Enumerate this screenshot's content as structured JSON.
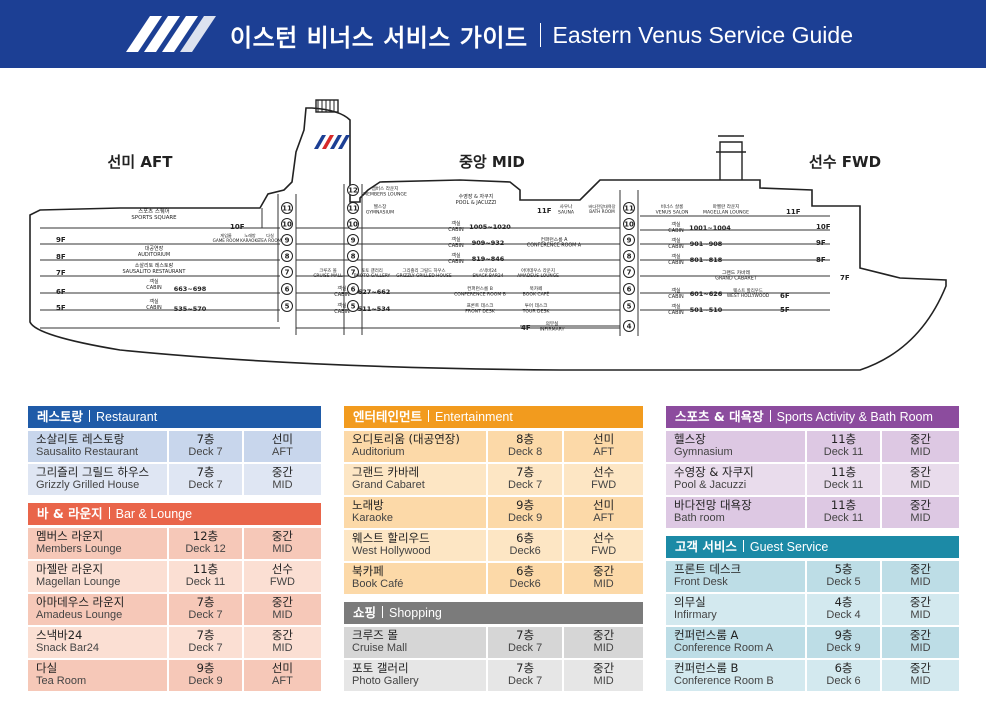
{
  "header": {
    "title_kr": "이스턴 비너스 서비스 가이드",
    "title_en": "Eastern Venus Service Guide"
  },
  "ship": {
    "zones": {
      "aft": "선미 AFT",
      "mid": "중앙 MID",
      "fwd": "선수 FWD"
    },
    "aft_deck_tags": [
      "10F",
      "9F",
      "8F",
      "7F",
      "6F",
      "5F"
    ],
    "fwd_deck_tags": [
      "11F",
      "10F",
      "9F",
      "8F",
      "7F",
      "6F",
      "5F"
    ],
    "mid_deck_tags": [
      "11F",
      "4F"
    ],
    "deck_numbers": [
      "12",
      "11",
      "10",
      "9",
      "8",
      "7",
      "6",
      "5",
      "4"
    ],
    "labels": {
      "sports_square": "스포츠 스퀘어\nSPORTS SQUARE",
      "game_room": "게임룸\nGAME ROOM",
      "karaoke": "노래방\nKARAOKE",
      "tea_room": "다실\nTEA ROOM",
      "auditorium": "대공연장\nAUDITORIUM",
      "sausalito": "소살리토 레스토랑\nSAUSALITO RESTAURANT",
      "cabin_aft_6": "객실\nCABIN",
      "cabin_aft_6_range": "663~698",
      "cabin_aft_5": "객실\nCABIN",
      "cabin_aft_5_range": "535~570",
      "members_lounge": "멤버스 라운지\nMEMBERS LOUNGE",
      "gymnasium": "헬스장\nGYMNASIUM",
      "pool": "수영장 & 자쿠지\nPOOL & JACUZZI",
      "sauna": "사우나\nSAUNA",
      "bath_room": "바다전망대욕장\nBATH ROOM",
      "cabin_mid_10": "객실\nCABIN",
      "cabin_mid_10_range": "1005~1020",
      "cabin_mid_9": "객실\nCABIN",
      "cabin_mid_9_range": "909~932",
      "conference_a": "컨퍼런스룸 A\nCONFERENCE ROOM A",
      "cabin_mid_8": "객실\nCABIN",
      "cabin_mid_8_range": "819~846",
      "cruise_mall": "크루즈 몰\nCRUISE MALL",
      "photo_gallery": "포토 갤러리\nPHOTO GALLERY",
      "grizzly": "그리즐리 그릴드 하우스\nGRIZZLY GRILLED HOUSE",
      "snack_bar": "스낵바24\nSNACK BAR24",
      "amadeus": "아마데우스 라운지\nAMADEUS LOUNGE",
      "cabin_mid_6": "객실\nCABIN",
      "cabin_mid_6_range": "627~662",
      "conference_b": "컨퍼런스룸 B\nCONFERENCE ROOM B",
      "book_cafe": "북카페\nBOOK CAFÉ",
      "cabin_mid_5": "객실\nCABIN",
      "cabin_mid_5_range": "511~534",
      "front_desk": "프론트 데스크\nFRONT DESK",
      "tour_desk": "투어 데스크\nTOUR DESK",
      "infirmary": "의무실\nINFIRMARY",
      "venus_salon": "비너스 살롱\nVENUS SALON",
      "magellan": "마젤란 라운지\nMAGELLAN LOUNGE",
      "cabin_fwd_10": "객실\nCABIN",
      "cabin_fwd_10_range": "1001~1004",
      "cabin_fwd_9": "객실\nCABIN",
      "cabin_fwd_9_range": "901~908",
      "cabin_fwd_8": "객실\nCABIN",
      "cabin_fwd_8_range": "801~818",
      "grand_cabaret": "그랜드 카바레\nGRAND CABARET",
      "cabin_fwd_6": "객실\nCABIN",
      "cabin_fwd_6_range": "601~626",
      "west_hollywood": "웨스트 할리우드\nWEST HOLLYWOOD",
      "cabin_fwd_5": "객실\nCABIN",
      "cabin_fwd_5_range": "501~510"
    }
  },
  "tables": {
    "restaurant": {
      "title_kr": "레스토랑",
      "title_en": "Restaurant",
      "rows": [
        {
          "kr": "소살리토 레스토랑",
          "en": "Sausalito Restaurant",
          "floor_kr": "7층",
          "floor_en": "Deck 7",
          "loc_kr": "선미",
          "loc_en": "AFT"
        },
        {
          "kr": "그리즐리 그릴드 하우스",
          "en": "Grizzly Grilled House",
          "floor_kr": "7층",
          "floor_en": "Deck 7",
          "loc_kr": "중간",
          "loc_en": "MID"
        }
      ]
    },
    "bar": {
      "title_kr": "바 & 라운지",
      "title_en": "Bar & Lounge",
      "rows": [
        {
          "kr": "멤버스 라운지",
          "en": "Members Lounge",
          "floor_kr": "12층",
          "floor_en": "Deck 12",
          "loc_kr": "중간",
          "loc_en": "MID"
        },
        {
          "kr": "마젤란 라운지",
          "en": "Magellan Lounge",
          "floor_kr": "11층",
          "floor_en": "Deck 11",
          "loc_kr": "선수",
          "loc_en": "FWD"
        },
        {
          "kr": "아마데우스 라운지",
          "en": "Amadeus Lounge",
          "floor_kr": "7층",
          "floor_en": "Deck 7",
          "loc_kr": "중간",
          "loc_en": "MID"
        },
        {
          "kr": "스낵바24",
          "en": "Snack Bar24",
          "floor_kr": "7층",
          "floor_en": "Deck 7",
          "loc_kr": "중간",
          "loc_en": "MID"
        },
        {
          "kr": "다실",
          "en": "Tea Room",
          "floor_kr": "9층",
          "floor_en": "Deck 9",
          "loc_kr": "선미",
          "loc_en": "AFT"
        }
      ]
    },
    "entertainment": {
      "title_kr": "엔터테인먼트",
      "title_en": "Entertainment",
      "rows": [
        {
          "kr": "오디토리움 (대공연장)",
          "en": "Auditorium",
          "floor_kr": "8층",
          "floor_en": "Deck 8",
          "loc_kr": "선미",
          "loc_en": "AFT"
        },
        {
          "kr": "그랜드 카바레",
          "en": "Grand Cabaret",
          "floor_kr": "7층",
          "floor_en": "Deck 7",
          "loc_kr": "선수",
          "loc_en": "FWD"
        },
        {
          "kr": "노래방",
          "en": "Karaoke",
          "floor_kr": "9층",
          "floor_en": "Deck 9",
          "loc_kr": "선미",
          "loc_en": "AFT"
        },
        {
          "kr": "웨스트 할리우드",
          "en": "West Hollywood",
          "floor_kr": "6층",
          "floor_en": "Deck6",
          "loc_kr": "선수",
          "loc_en": "FWD"
        },
        {
          "kr": "북카페",
          "en": "Book Café",
          "floor_kr": "6층",
          "floor_en": "Deck6",
          "loc_kr": "중간",
          "loc_en": "MID"
        }
      ]
    },
    "shopping": {
      "title_kr": "쇼핑",
      "title_en": "Shopping",
      "rows": [
        {
          "kr": "크루즈 몰",
          "en": "Cruise Mall",
          "floor_kr": "7층",
          "floor_en": "Deck 7",
          "loc_kr": "중간",
          "loc_en": "MID"
        },
        {
          "kr": "포토 갤러리",
          "en": "Photo Gallery",
          "floor_kr": "7층",
          "floor_en": "Deck 7",
          "loc_kr": "중간",
          "loc_en": "MID"
        }
      ]
    },
    "sports": {
      "title_kr": "스포츠 & 대욕장",
      "title_en": "Sports Activity & Bath Room",
      "rows": [
        {
          "kr": "헬스장",
          "en": "Gymnasium",
          "floor_kr": "11층",
          "floor_en": "Deck 11",
          "loc_kr": "중간",
          "loc_en": "MID"
        },
        {
          "kr": "수영장 & 자쿠지",
          "en": "Pool & Jacuzzi",
          "floor_kr": "11층",
          "floor_en": "Deck 11",
          "loc_kr": "중간",
          "loc_en": "MID"
        },
        {
          "kr": "바다전망 대욕장",
          "en": "Bath room",
          "floor_kr": "11층",
          "floor_en": "Deck 11",
          "loc_kr": "중간",
          "loc_en": "MID"
        }
      ]
    },
    "guest": {
      "title_kr": "고객 서비스",
      "title_en": "Guest Service",
      "rows": [
        {
          "kr": "프론트 데스크",
          "en": "Front Desk",
          "floor_kr": "5층",
          "floor_en": "Deck 5",
          "loc_kr": "중간",
          "loc_en": "MID"
        },
        {
          "kr": "의무실",
          "en": "Infirmary",
          "floor_kr": "4층",
          "floor_en": "Deck 4",
          "loc_kr": "중간",
          "loc_en": "MID"
        },
        {
          "kr": "컨퍼런스룸 A",
          "en": "Conference Room A",
          "floor_kr": "9층",
          "floor_en": "Deck 9",
          "loc_kr": "중간",
          "loc_en": "MID"
        },
        {
          "kr": "컨퍼런스룸 B",
          "en": "Conference Room B",
          "floor_kr": "6층",
          "floor_en": "Deck 6",
          "loc_kr": "중간",
          "loc_en": "MID"
        }
      ]
    }
  },
  "colors": {
    "header": "#1c3f94",
    "restaurant": "#1f5ba8",
    "bar": "#e9654a",
    "entertainment": "#f29b1e",
    "shopping": "#7b7b7b",
    "sports": "#8c4c9e",
    "guest": "#1c8aa6"
  }
}
